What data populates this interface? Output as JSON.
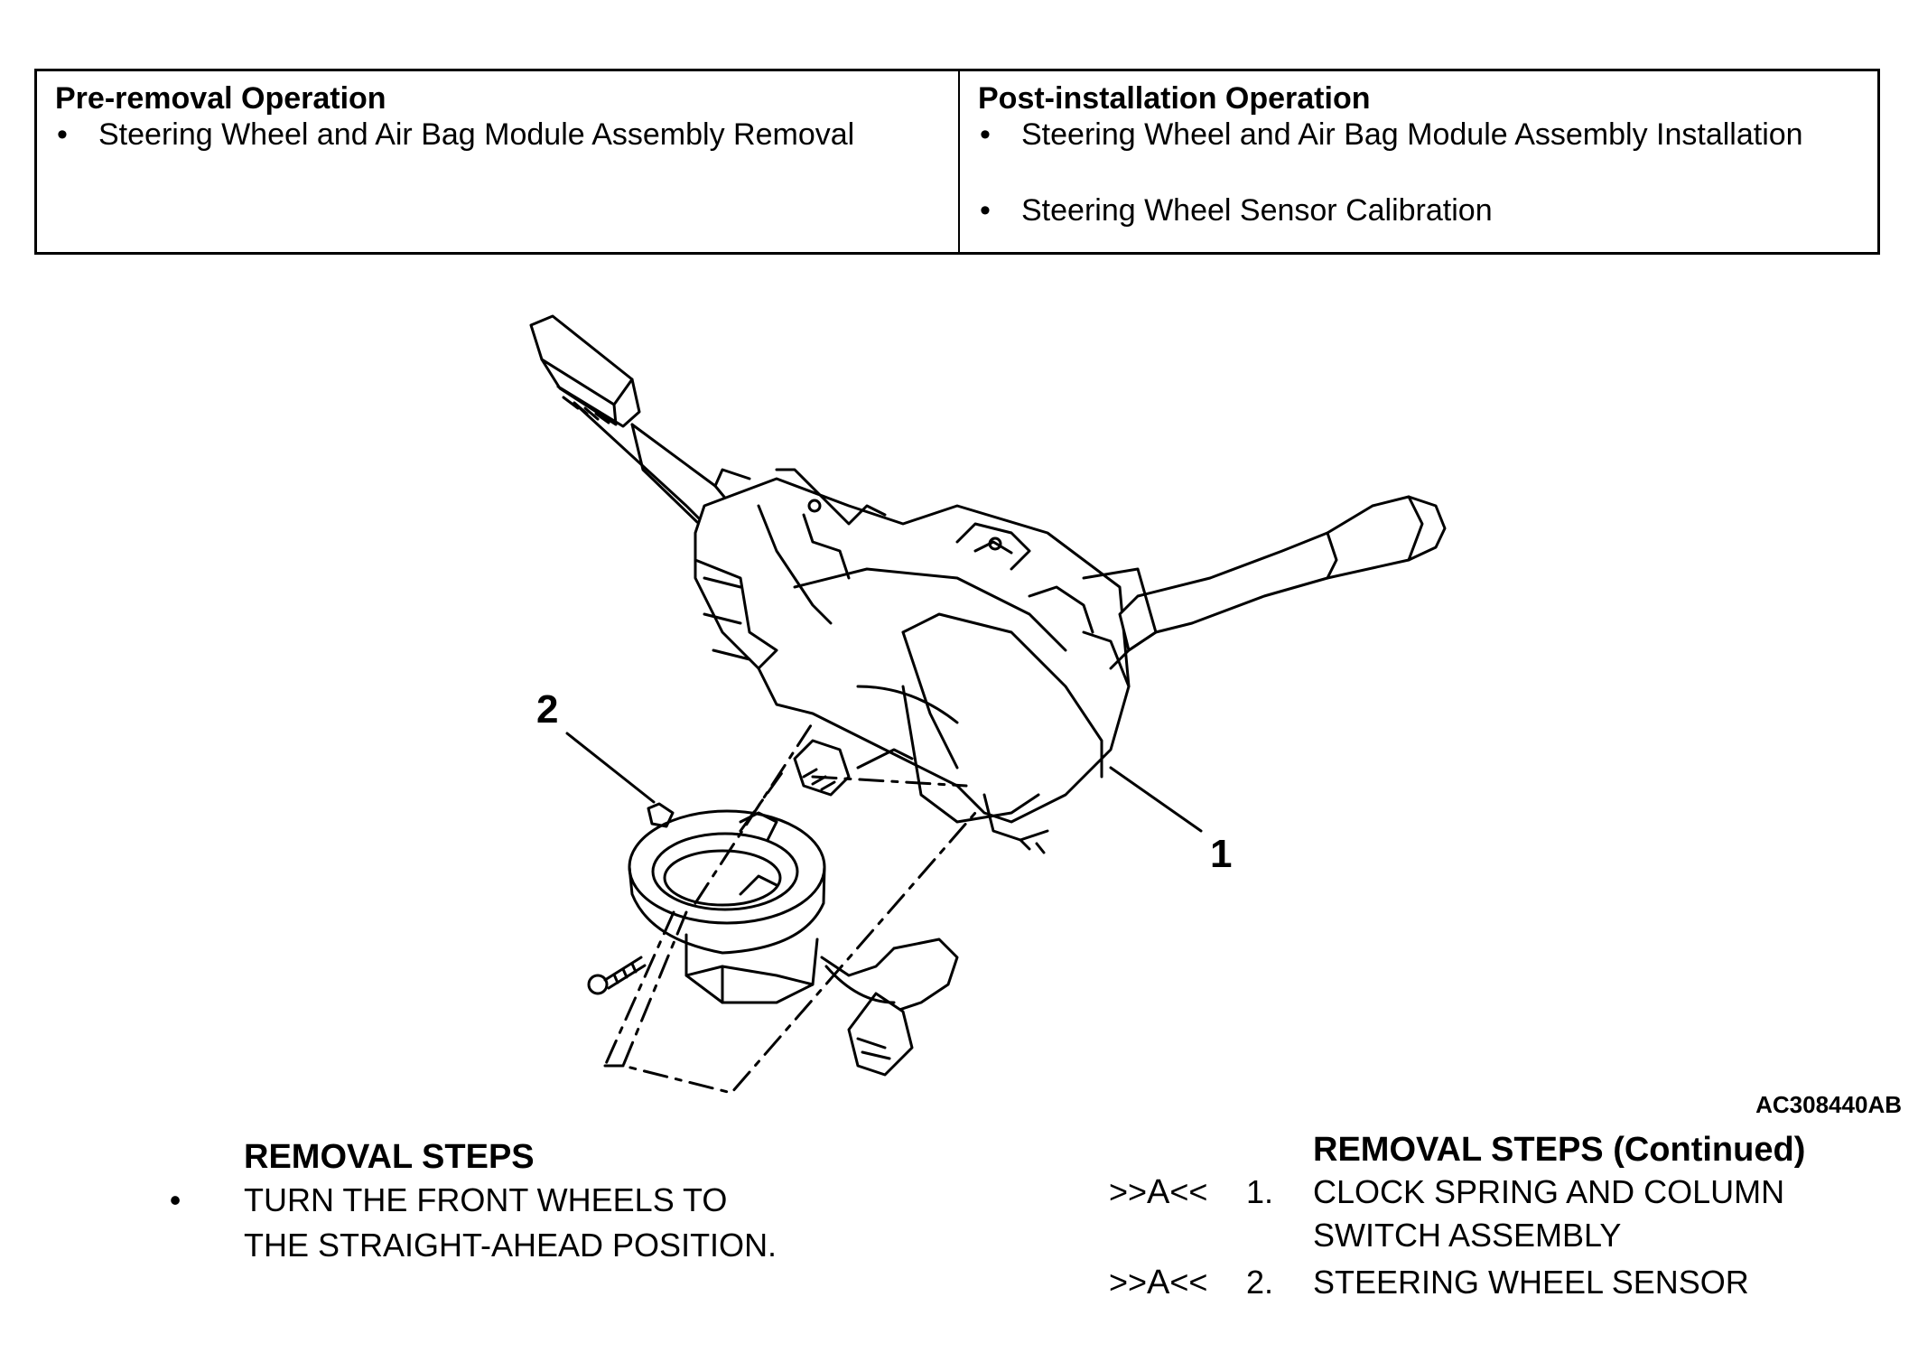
{
  "operations": {
    "pre_title": "Pre-removal Operation",
    "pre_items": [
      "Steering Wheel and Air Bag Module Assembly Removal"
    ],
    "post_title": "Post-installation Operation",
    "post_items": [
      "Steering Wheel and Air Bag Module Assembly Installation",
      "Steering Wheel Sensor Calibration"
    ],
    "bullet": "•"
  },
  "figure": {
    "callout_1": "1",
    "callout_2": "2",
    "figure_id": "AC308440AB"
  },
  "removal_steps": {
    "title": "REMOVAL STEPS",
    "bullet": "•",
    "note_line1": "TURN THE FRONT WHEELS TO",
    "note_line2": "THE STRAIGHT-AHEAD POSITION."
  },
  "removal_steps_continued": {
    "title": "REMOVAL STEPS (Continued)",
    "steps": [
      {
        "ref_pre": ">>",
        "ref_letter": "A",
        "ref_post": "<<",
        "number": "1.",
        "line1": "CLOCK SPRING AND COLUMN",
        "line2": "SWITCH ASSEMBLY"
      },
      {
        "ref_pre": ">>",
        "ref_letter": "A",
        "ref_post": "<<",
        "number": "2.",
        "line1": "STEERING WHEEL SENSOR",
        "line2": ""
      }
    ]
  }
}
